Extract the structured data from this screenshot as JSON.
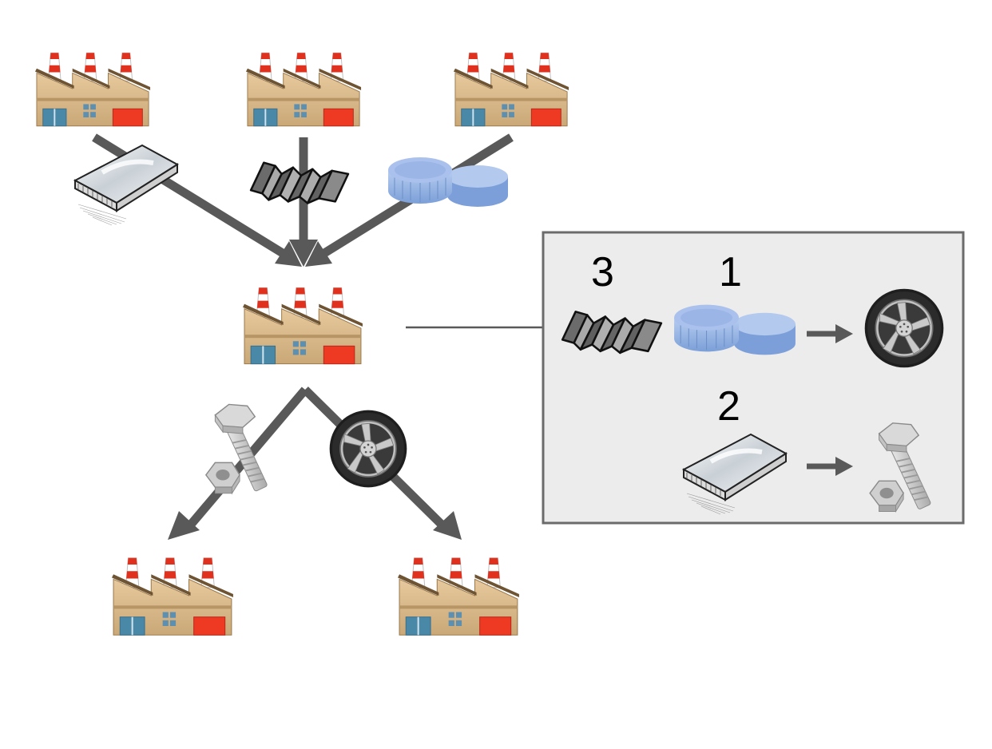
{
  "colors": {
    "arrow": "#595959",
    "panel_fill": "#ececec",
    "panel_border": "#6b6b6b",
    "factory_wall": "#d8b98c",
    "chimney_red": "#e0301e",
    "door_red": "#ee3a22",
    "door_blue": "#4a88a8",
    "caps_blue": "#8fb1e3",
    "metal_gray": "#7a7a7a",
    "tire_black": "#1c1c1c"
  },
  "nodes": {
    "suppliers": [
      {
        "id": "supplier-1",
        "icon": "factory-icon",
        "ships": "glass-sheet-icon"
      },
      {
        "id": "supplier-2",
        "icon": "factory-icon",
        "ships": "metal-sheet-icon"
      },
      {
        "id": "supplier-3",
        "icon": "factory-icon",
        "ships": "plastic-caps-icon"
      }
    ],
    "manufacturer": {
      "id": "manufacturer",
      "icon": "factory-icon"
    },
    "customers": [
      {
        "id": "customer-1",
        "icon": "factory-icon",
        "receives": "bolt-nut-icon"
      },
      {
        "id": "customer-2",
        "icon": "factory-icon",
        "receives": "wheel-icon"
      }
    ]
  },
  "recipe_panel": {
    "recipe_1": {
      "inputs": [
        {
          "icon": "metal-sheet-icon",
          "quantity": "3"
        },
        {
          "icon": "plastic-caps-icon",
          "quantity": "1"
        }
      ],
      "output": "wheel-icon"
    },
    "recipe_2": {
      "inputs": [
        {
          "icon": "glass-sheet-icon",
          "quantity": "2"
        }
      ],
      "output": "bolt-nut-icon"
    }
  }
}
